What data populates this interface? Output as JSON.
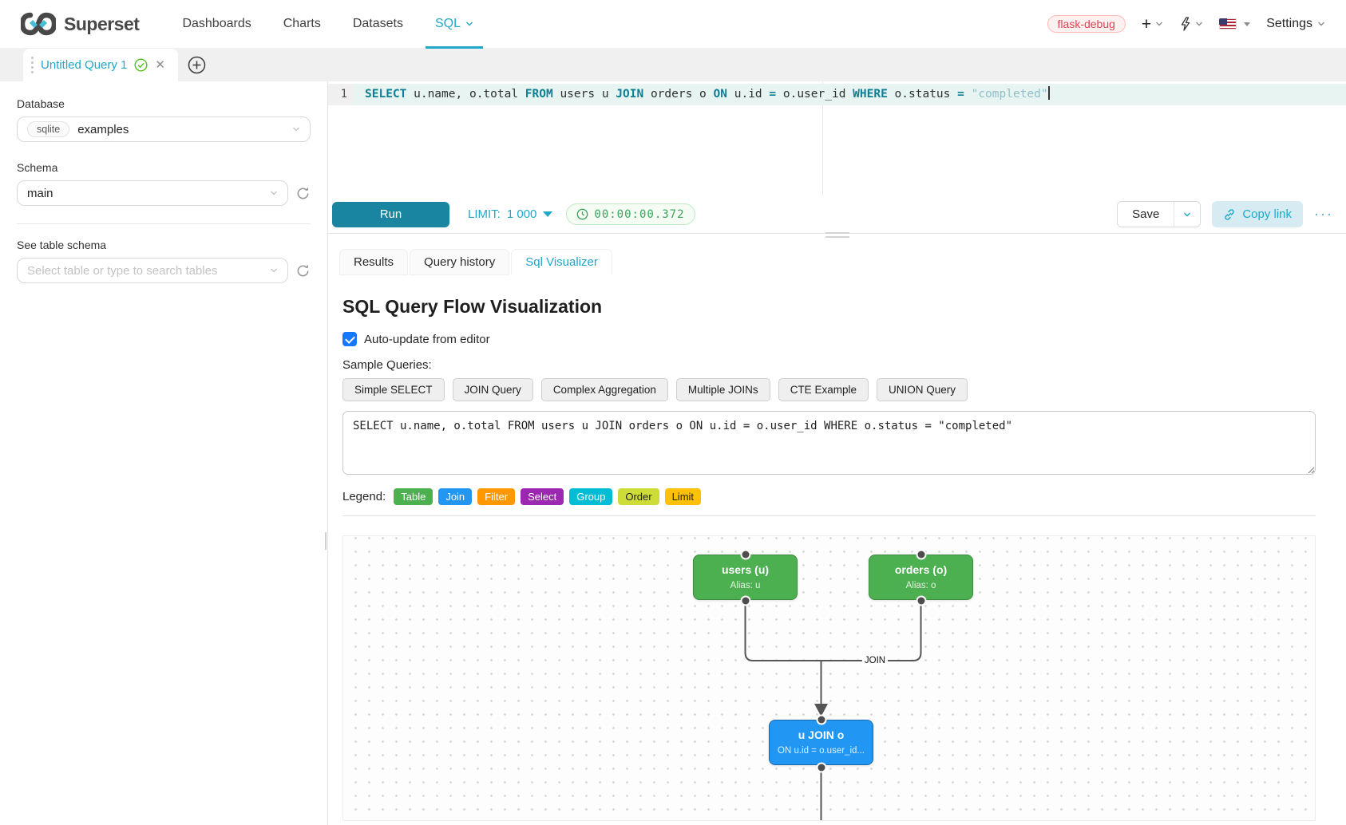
{
  "colors": {
    "primary_teal": "#20a7c9",
    "run_button": "#1a85a0",
    "env_badge_text": "#e04355",
    "timer_green": "#3da45e"
  },
  "navbar": {
    "brand": "Superset",
    "items": [
      {
        "label": "Dashboards",
        "active": false,
        "caret": false
      },
      {
        "label": "Charts",
        "active": false,
        "caret": false
      },
      {
        "label": "Datasets",
        "active": false,
        "caret": false
      },
      {
        "label": "SQL",
        "active": true,
        "caret": true
      }
    ],
    "environment_badge": "flask-debug",
    "settings_label": "Settings"
  },
  "query_tabs": {
    "active_tab_label": "Untitled Query 1"
  },
  "sidebar": {
    "database_label": "Database",
    "database_engine": "sqlite",
    "database_value": "examples",
    "schema_label": "Schema",
    "schema_value": "main",
    "table_label": "See table schema",
    "table_placeholder": "Select table or type to search tables"
  },
  "editor": {
    "line_number": "1",
    "sql_tokens": [
      [
        "SELECT",
        "kw"
      ],
      [
        " u.name, o.total ",
        "tx"
      ],
      [
        "FROM",
        "kw"
      ],
      [
        " users u ",
        "tx"
      ],
      [
        "JOIN",
        "kw"
      ],
      [
        " orders o ",
        "tx"
      ],
      [
        "ON",
        "kw"
      ],
      [
        " u.id ",
        "tx"
      ],
      [
        "=",
        "kw"
      ],
      [
        " o.user_id ",
        "tx"
      ],
      [
        "WHERE",
        "kw"
      ],
      [
        " o.status ",
        "tx"
      ],
      [
        "=",
        "kw"
      ],
      [
        " ",
        "tx"
      ],
      [
        "\"completed\"",
        "str"
      ]
    ]
  },
  "toolbar": {
    "run_label": "Run",
    "limit_label": "LIMIT:",
    "limit_value": "1 000",
    "timer": "00:00:00.372",
    "save_label": "Save",
    "copy_link_label": "Copy link",
    "more_label": "···"
  },
  "south_tabs": [
    {
      "label": "Results",
      "active": false
    },
    {
      "label": "Query history",
      "active": false
    },
    {
      "label": "Sql Visualizer",
      "active": true
    }
  ],
  "visualizer": {
    "title": "SQL Query Flow Visualization",
    "auto_update_label": "Auto-update from editor",
    "auto_update_checked": true,
    "sample_queries_label": "Sample Queries:",
    "sample_buttons": [
      "Simple SELECT",
      "JOIN Query",
      "Complex Aggregation",
      "Multiple JOINs",
      "CTE Example",
      "UNION Query"
    ],
    "sql_input": "SELECT u.name, o.total FROM users u JOIN orders o ON u.id = o.user_id WHERE o.status = \"completed\"",
    "legend_label": "Legend:",
    "legend": [
      {
        "label": "Table",
        "color": "#4CAF50",
        "text": "#ffffff"
      },
      {
        "label": "Join",
        "color": "#2196F3",
        "text": "#ffffff"
      },
      {
        "label": "Filter",
        "color": "#FF9800",
        "text": "#ffffff"
      },
      {
        "label": "Select",
        "color": "#9C27B0",
        "text": "#ffffff"
      },
      {
        "label": "Group",
        "color": "#00BCD4",
        "text": "#ffffff"
      },
      {
        "label": "Order",
        "color": "#CDDC39",
        "text": "#1f1f1f"
      },
      {
        "label": "Limit",
        "color": "#FFC107",
        "text": "#1f1f1f"
      }
    ],
    "flow": {
      "nodes": [
        {
          "id": "users",
          "title": "users (u)",
          "subtitle": "Alias: u",
          "color": "#4CAF50",
          "border": "#3d8b40"
        },
        {
          "id": "orders",
          "title": "orders (o)",
          "subtitle": "Alias: o",
          "color": "#4CAF50",
          "border": "#3d8b40"
        },
        {
          "id": "join",
          "title": "u JOIN o",
          "subtitle": "ON u.id = o.user_id...",
          "color": "#2196F3",
          "border": "#1769aa"
        }
      ],
      "edge_label": "JOIN"
    }
  }
}
